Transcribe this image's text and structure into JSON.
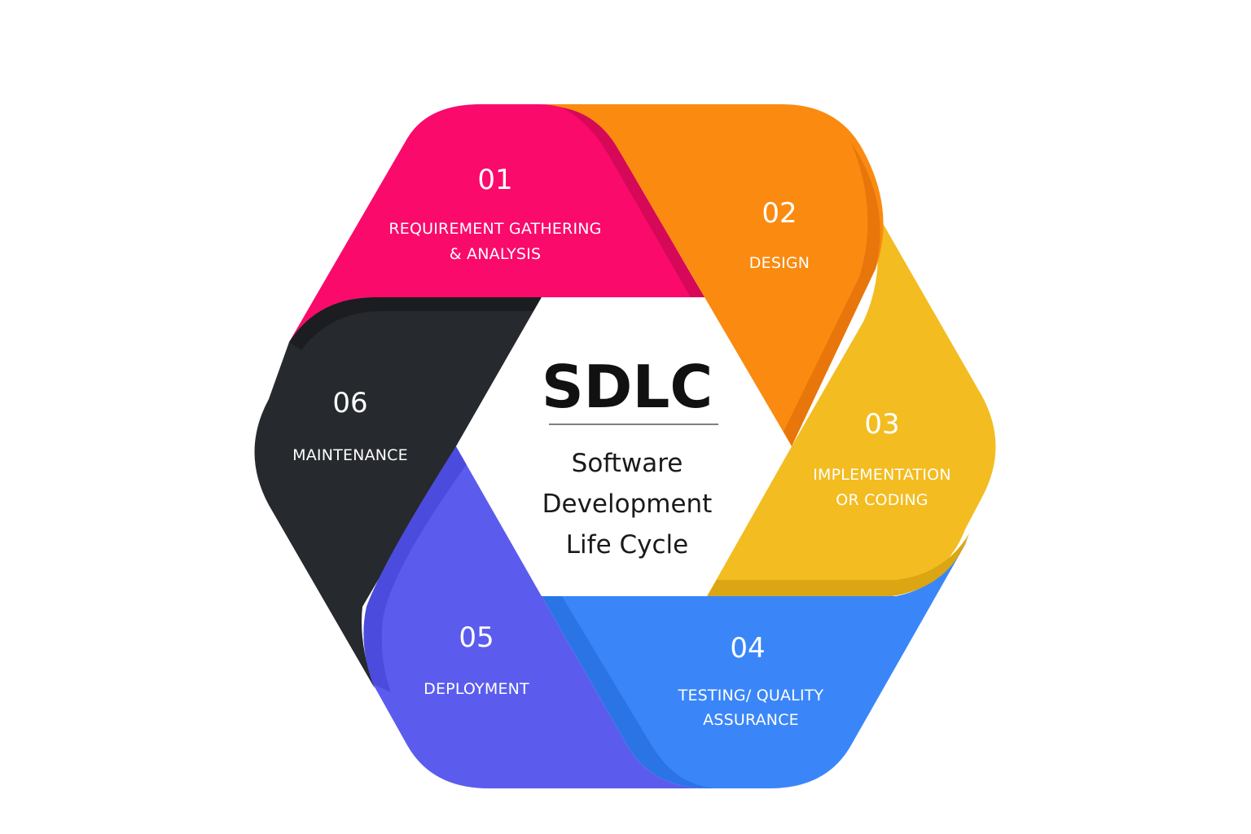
{
  "center": {
    "title": "SDLC",
    "subtitle_lines": [
      "Software",
      "Development",
      "Life Cycle"
    ]
  },
  "phases": [
    {
      "number": "01",
      "lines": [
        "REQUIREMENT GATHERING",
        "& ANALYSIS"
      ],
      "color": "#FA0A6B",
      "shade": "#D60858"
    },
    {
      "number": "02",
      "lines": [
        "DESIGN"
      ],
      "color": "#FB8A10",
      "shade": "#E8760B"
    },
    {
      "number": "03",
      "lines": [
        "IMPLEMENTATION",
        "OR CODING"
      ],
      "color": "#F3BC20",
      "shade": "#DBA513"
    },
    {
      "number": "04",
      "lines": [
        "TESTING/ QUALITY",
        "ASSURANCE"
      ],
      "color": "#3A86F9",
      "shade": "#2A74E6"
    },
    {
      "number": "05",
      "lines": [
        "DEPLOYMENT"
      ],
      "color": "#5B5CEE",
      "shade": "#4B4CDE"
    },
    {
      "number": "06",
      "lines": [
        "MAINTENANCE"
      ],
      "color": "#26292D",
      "shade": "#1B1D20"
    }
  ]
}
